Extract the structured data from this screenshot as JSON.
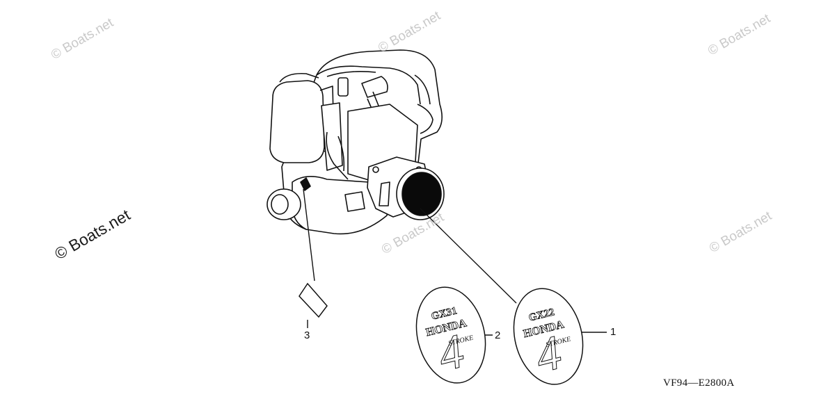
{
  "watermarks": {
    "text": "© Boats.net"
  },
  "callouts": [
    "1",
    "2",
    "3"
  ],
  "decals": [
    {
      "model": "GX22",
      "brand": "HONDA",
      "number": "4",
      "stroke": "STROKE"
    },
    {
      "model": "GX31",
      "brand": "HONDA",
      "number": "4",
      "stroke": "STROKE"
    }
  ],
  "reference_code": "VF94—E2800A"
}
